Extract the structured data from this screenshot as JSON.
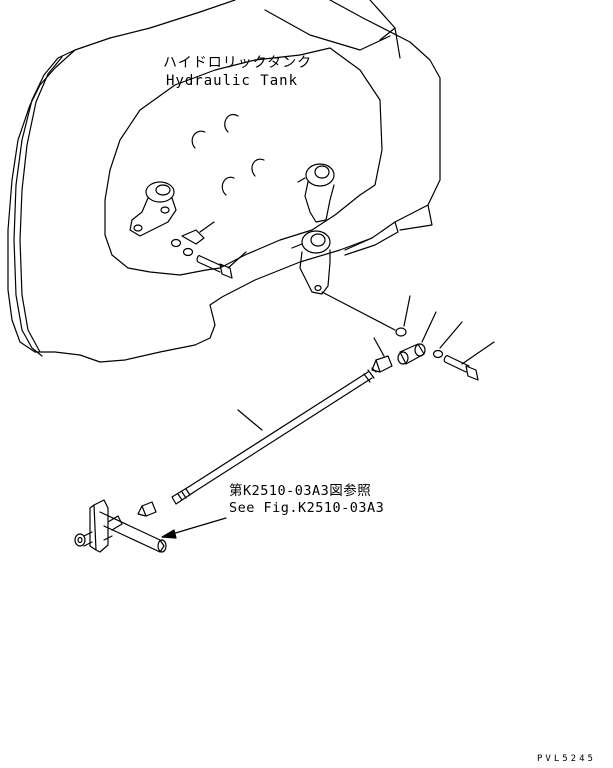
{
  "labels": {
    "tank_jp": "ハイドロリックタンク",
    "tank_en": "Hydraulic Tank",
    "ref_jp": "第K2510-03A3図参照",
    "ref_en": "See Fig.K2510-03A3",
    "drawing_code": "PVL5245"
  },
  "colors": {
    "line": "#000000",
    "background": "#ffffff"
  }
}
